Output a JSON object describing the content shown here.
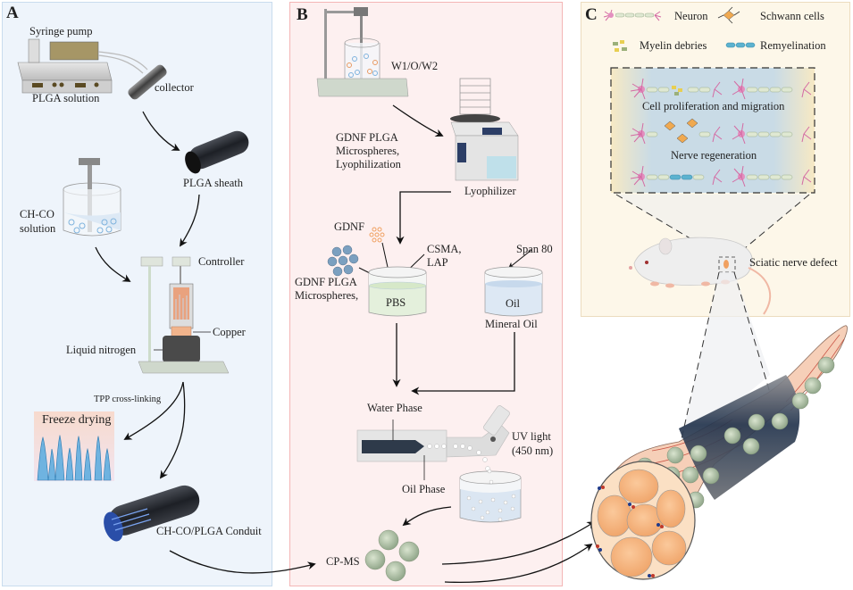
{
  "figure": {
    "panels": [
      {
        "id": "A",
        "label": "A",
        "theme_color": "#eef4fb"
      },
      {
        "id": "B",
        "label": "B",
        "theme_color": "#fdf0f0"
      },
      {
        "id": "C",
        "label": "C",
        "theme_color": "#fdf7e9"
      }
    ]
  },
  "panelA": {
    "syringe_pump": "Syringe pump",
    "plga_solution": "PLGA solution",
    "collector": "collector",
    "plga_sheath": "PLGA sheath",
    "chco_solution_line1": "CH-CO",
    "chco_solution_line2": "solution",
    "controller": "Controller",
    "copper": "Copper",
    "liquid_nitrogen": "Liquid nitrogen",
    "tpp_crosslinking": "TPP cross-linking",
    "freeze_drying": "Freeze drying",
    "conduit": "CH-CO/PLGA Conduit"
  },
  "panelB": {
    "w1ow2": "W1/O/W2",
    "gdnf_plga_line1": "GDNF PLGA",
    "gdnf_plga_line2": "Microspheres,",
    "gdnf_plga_line3": "Lyophilization",
    "lyophilizer": "Lyophilizer",
    "gdnf": "GDNF",
    "csma_line1": "CSMA,",
    "csma_line2": "LAP",
    "span80": "Span 80",
    "ms_line1": "GDNF PLGA",
    "ms_line2": "Microspheres,",
    "pbs": "PBS",
    "oil": "Oil",
    "mineral_oil": "Mineral Oil",
    "water_phase": "Water Phase",
    "uv_line1": "UV light",
    "uv_line2": "(450 nm)",
    "oil_phase": "Oil Phase",
    "cpms": "CP-MS"
  },
  "panelC": {
    "legend": [
      {
        "icon": "neuron-icon",
        "label": "Neuron"
      },
      {
        "icon": "schwann-cell-icon",
        "label": "Schwann cells"
      },
      {
        "icon": "myelin-debris-icon",
        "label": "Myelin debries"
      },
      {
        "icon": "remyelination-icon",
        "label": "Remyelination"
      }
    ],
    "cell_proliferation": "Cell proliferation and migration",
    "nerve_regeneration": "Nerve regeneration",
    "sciatic_defect": "Sciatic nerve defect"
  }
}
